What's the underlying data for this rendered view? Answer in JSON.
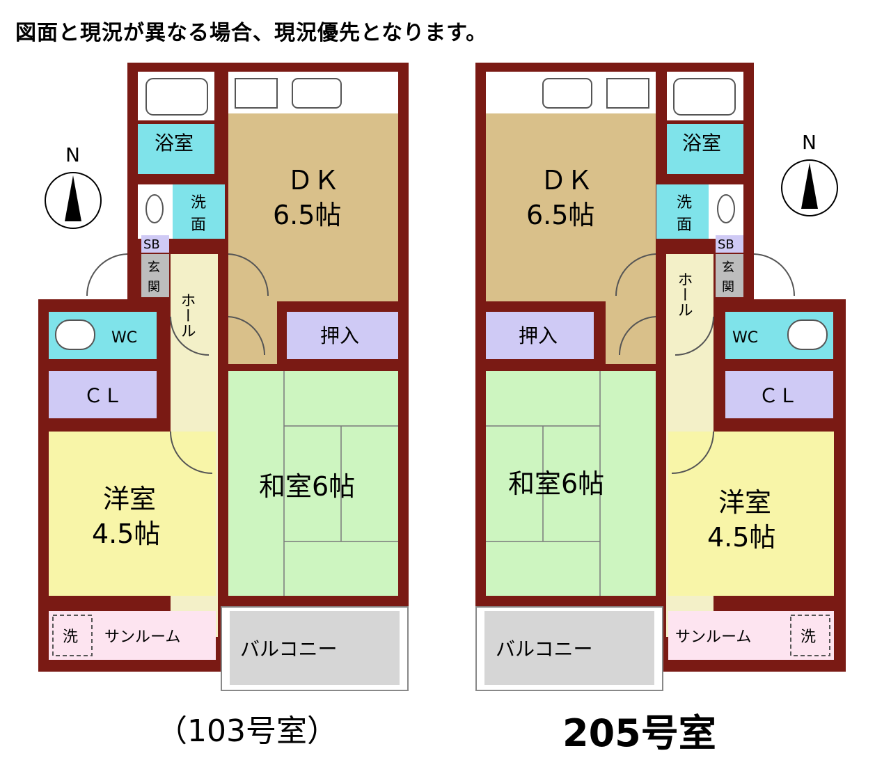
{
  "notice": "図面と現況が異なる場合、現況優先となります。",
  "compass": {
    "north_label": "N"
  },
  "units": [
    {
      "caption": "（103号室）",
      "rooms": {
        "bath": "浴室",
        "wash_1": "洗",
        "wash_2": "面",
        "sb": "SB",
        "genkan_1": "玄",
        "genkan_2": "関",
        "dk_1": "ＤＫ",
        "dk_2": "6.5帖",
        "hall": "ホール",
        "wc": "WC",
        "oshiire": "押入",
        "cl": "ＣＬ",
        "washitsu": "和室6帖",
        "yoshitsu_1": "洋室",
        "yoshitsu_2": "4.5帖",
        "laundry": "洗",
        "sunroom": "サンルーム",
        "balcony": "バルコニー"
      }
    },
    {
      "caption": "205号室",
      "rooms": {
        "bath": "浴室",
        "wash_1": "洗",
        "wash_2": "面",
        "sb": "SB",
        "genkan_1": "玄",
        "genkan_2": "関",
        "dk_1": "ＤＫ",
        "dk_2": "6.5帖",
        "hall": "ホール",
        "wc": "WC",
        "oshiire": "押入",
        "cl": "ＣＬ",
        "washitsu": "和室6帖",
        "yoshitsu_1": "洋室",
        "yoshitsu_2": "4.5帖",
        "laundry": "洗",
        "sunroom": "サンルーム",
        "balcony": "バルコニー"
      }
    }
  ],
  "colors": {
    "wall": "#7a1a14",
    "dk": "#d9c08a",
    "wet": "#7fe3ea",
    "storage": "#cfcaf5",
    "washitsu": "#cdf5c0",
    "yoshitsu": "#f8f5a8",
    "hall": "#f3f0c8",
    "sunroom": "#fde4f0",
    "balcony": "#d6d6d6",
    "entry": "#bdbdbd"
  }
}
